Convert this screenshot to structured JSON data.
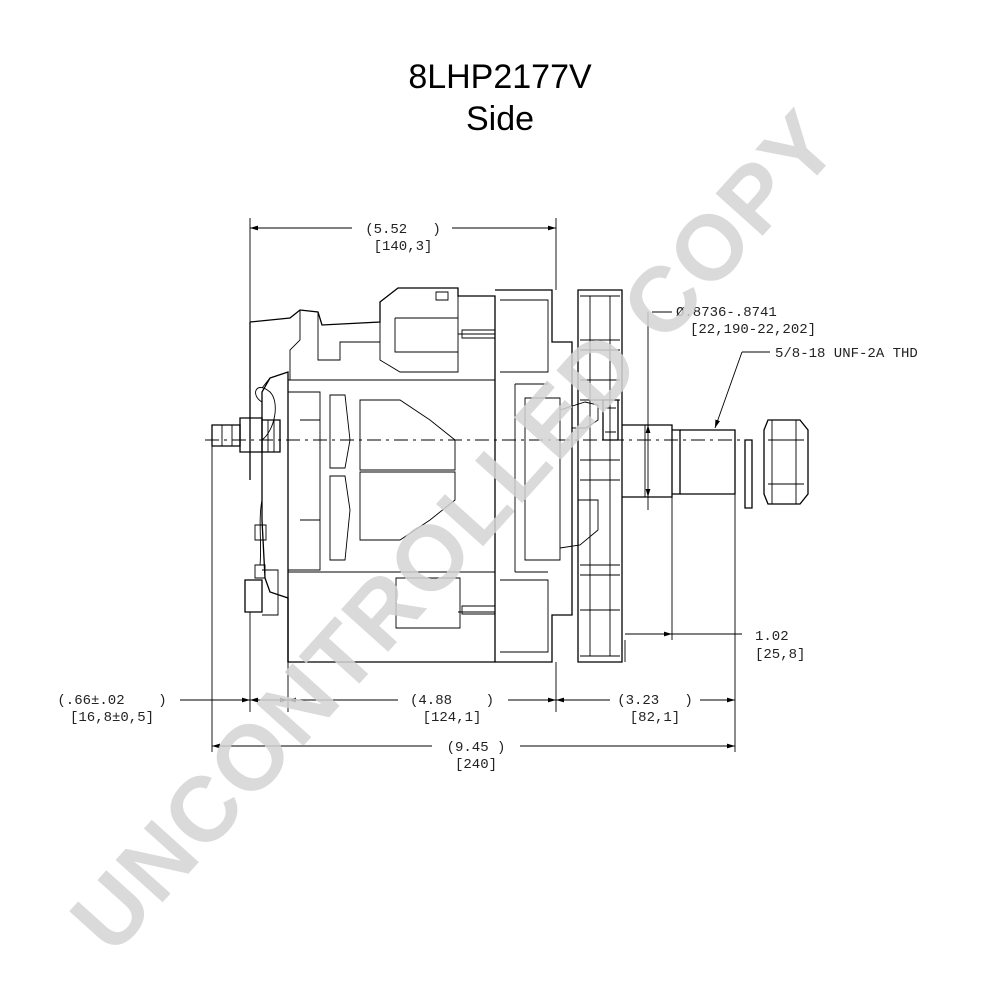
{
  "title": {
    "part_number": "8LHP2177V",
    "view": "Side"
  },
  "dimensions": {
    "overall_body": {
      "inch": "(5.52   )",
      "mm": "[140,3]"
    },
    "shaft_diameter": {
      "inch": "Ø.8736-.8741",
      "mm": "[22,190-22,202]"
    },
    "thread": {
      "label": "5/8-18 UNF-2A THD"
    },
    "shaft_length": {
      "inch": "1.02",
      "mm": "[25,8]"
    },
    "terminal_offset": {
      "inch": "(.66±.02    )",
      "mm": "[16,8±0,5]"
    },
    "body_mid": {
      "inch": "(4.88    )",
      "mm": "[124,1]"
    },
    "front_to_shaft": {
      "inch": "(3.23   )",
      "mm": "[82,1]"
    },
    "overall_length": {
      "inch": "(9.45 )",
      "mm": "[240]"
    }
  },
  "watermark": "UNCONTROLLED COPY"
}
